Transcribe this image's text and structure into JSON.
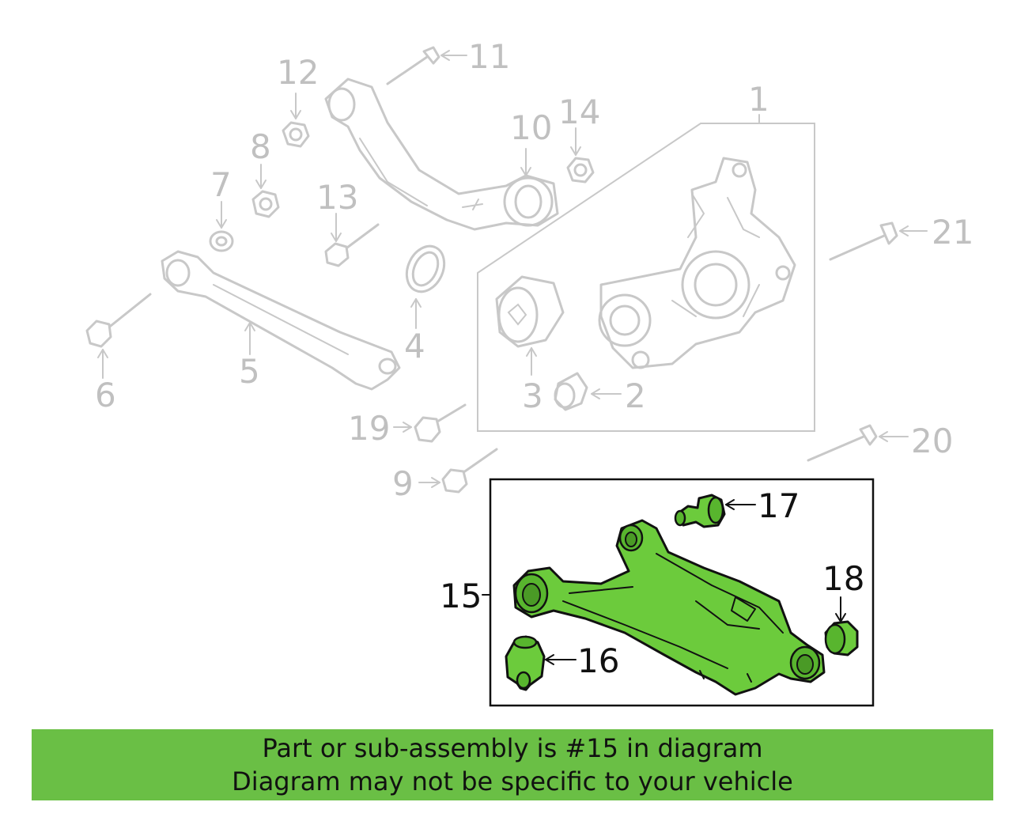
{
  "diagram": {
    "callouts": [
      {
        "id": "1",
        "highlighted": false
      },
      {
        "id": "2",
        "highlighted": false
      },
      {
        "id": "3",
        "highlighted": false
      },
      {
        "id": "4",
        "highlighted": false
      },
      {
        "id": "5",
        "highlighted": false
      },
      {
        "id": "6",
        "highlighted": false
      },
      {
        "id": "7",
        "highlighted": false
      },
      {
        "id": "8",
        "highlighted": false
      },
      {
        "id": "9",
        "highlighted": false
      },
      {
        "id": "10",
        "highlighted": false
      },
      {
        "id": "11",
        "highlighted": false
      },
      {
        "id": "12",
        "highlighted": false
      },
      {
        "id": "13",
        "highlighted": false
      },
      {
        "id": "14",
        "highlighted": false
      },
      {
        "id": "15",
        "highlighted": true
      },
      {
        "id": "16",
        "highlighted": true
      },
      {
        "id": "17",
        "highlighted": true
      },
      {
        "id": "18",
        "highlighted": true
      },
      {
        "id": "19",
        "highlighted": false
      },
      {
        "id": "20",
        "highlighted": false
      },
      {
        "id": "21",
        "highlighted": false
      }
    ],
    "highlight_color": "#6ccb3c"
  },
  "banner": {
    "line1": "Part or sub-assembly is #15 in diagram",
    "line2": "Diagram may not be specific to your vehicle",
    "background_color": "#6abf45"
  }
}
